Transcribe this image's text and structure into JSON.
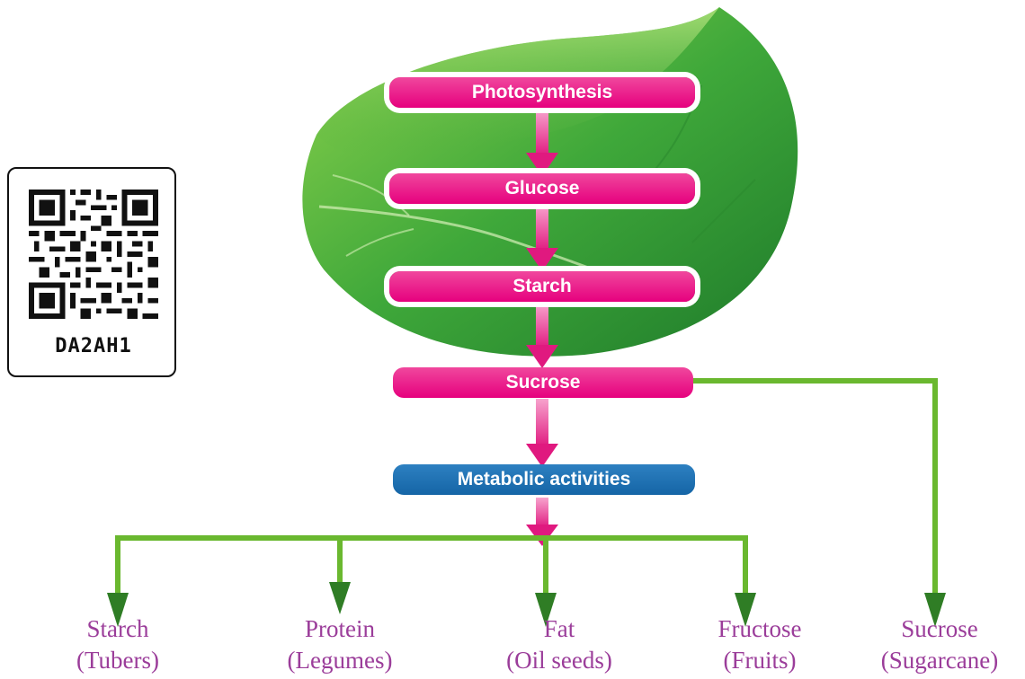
{
  "qr": {
    "code": "DA2AH1"
  },
  "flow": {
    "photosynthesis": "Photosynthesis",
    "glucose": "Glucose",
    "starch": "Starch",
    "sucrose": "Sucrose",
    "metabolic": "Metabolic activities"
  },
  "products": [
    {
      "name": "Starch",
      "source": "(Tubers)"
    },
    {
      "name": "Protein",
      "source": "(Legumes)"
    },
    {
      "name": "Fat",
      "source": "(Oil seeds)"
    },
    {
      "name": "Fructose",
      "source": "(Fruits)"
    },
    {
      "name": "Sucrose",
      "source": "(Sugarcane)"
    }
  ],
  "colors": {
    "flow_box": "#e6007e",
    "metabolic_box": "#1565a6",
    "branch_line": "#6ab82f",
    "branch_arrow": "#2f7d25",
    "product_text": "#9b3d9a",
    "leaf": "#3fa83a"
  },
  "icons": {
    "leaf": "leaf-illustration",
    "qr": "qr-code-icon"
  }
}
